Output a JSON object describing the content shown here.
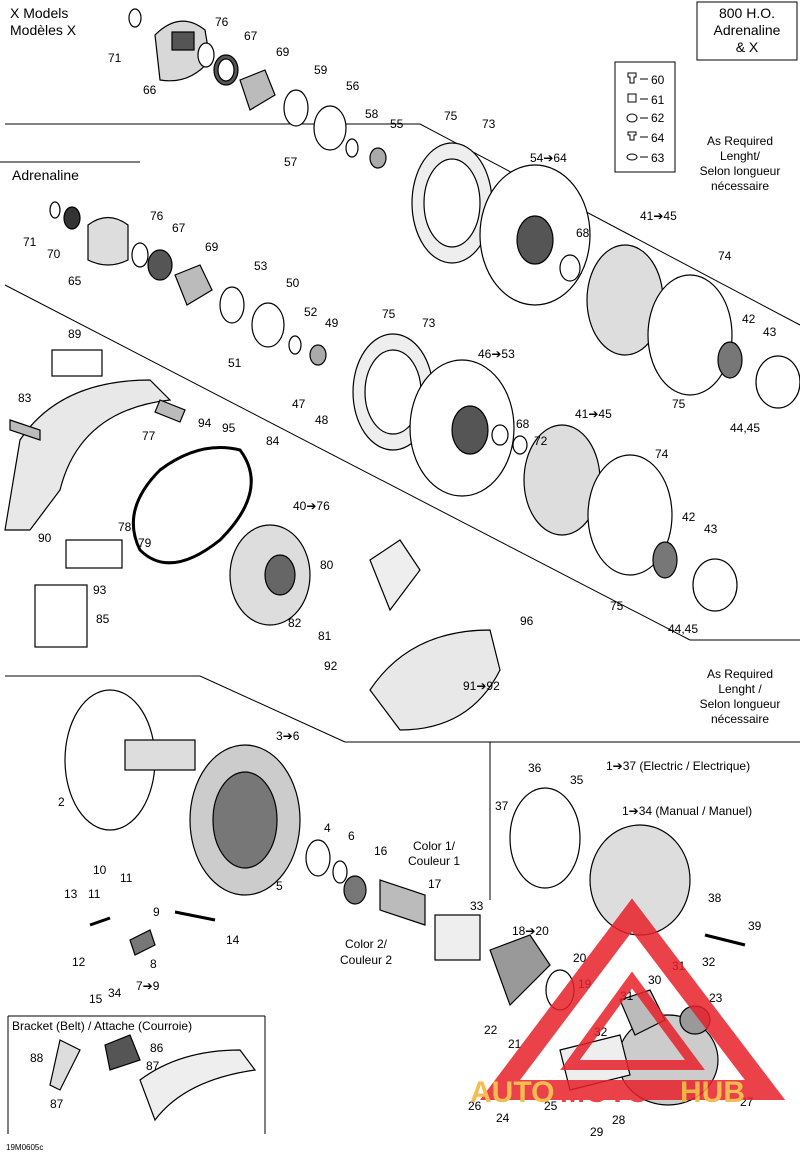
{
  "headers": {
    "x_models_1": "X Models",
    "x_models_2": "Modèles X",
    "adrenaline": "Adrenaline",
    "model_box_1": "800 H.O.",
    "model_box_2": "Adrenaline",
    "model_box_3": "& X",
    "bracket": "Bracket (Belt) / Attache (Courroie)",
    "figure_code": "19M0605c"
  },
  "notes": {
    "as_required_top": [
      "As Required",
      "Lenght/",
      "Selon longueur",
      "nécessaire"
    ],
    "as_required_mid": [
      "As Required",
      "Lenght /",
      "Selon longueur",
      "nécessaire"
    ],
    "color1": [
      "Color 1/",
      "Couleur 1"
    ],
    "color2": [
      "Color 2/",
      "Couleur 2"
    ],
    "electric": "1➔37 (Electric / Electrique)",
    "manual": "1➔34 (Manual / Manuel)"
  },
  "legend": [
    {
      "num": "60",
      "icon": "bolt-icon"
    },
    {
      "num": "61",
      "icon": "nut-icon"
    },
    {
      "num": "62",
      "icon": "washer-icon"
    },
    {
      "num": "64",
      "icon": "bolt-icon"
    },
    {
      "num": "63",
      "icon": "washer-icon"
    }
  ],
  "watermark": {
    "text_a": "AUTO",
    "text_m": "MOTO",
    "text_h": "HUB",
    "color_red": "#e8202a",
    "color_gold": "#f2b233"
  },
  "callouts": {
    "c71a": "71",
    "c66": "66",
    "c76a": "76",
    "c67a": "67",
    "c69a": "69",
    "c59": "59",
    "c56a": "56",
    "c58": "58",
    "c55": "55",
    "c57": "57",
    "c75a": "75",
    "c73a": "73",
    "c54_64": "54➔64",
    "c68a": "68",
    "c41_45a": "41➔45",
    "c74a": "74",
    "c42a": "42",
    "c43a": "43",
    "c75b": "75",
    "c44_45a": "44,45",
    "c71b": "71",
    "c70": "70",
    "c65": "65",
    "c76b": "76",
    "c67b": "67",
    "c69b": "69",
    "c53": "53",
    "c50": "50",
    "c52": "52",
    "c49": "49",
    "c51": "51",
    "c47": "47",
    "c48": "48",
    "c75c": "75",
    "c73b": "73",
    "c46_53": "46➔53",
    "c68b": "68",
    "c72": "72",
    "c41_45b": "41➔45",
    "c74b": "74",
    "c42b": "42",
    "c43b": "43",
    "c75d": "75",
    "c44_45b": "44,45",
    "c89": "89",
    "c83": "83",
    "c95": "95",
    "c94": "94",
    "c77": "77",
    "c84": "84",
    "c40_76": "40➔76",
    "c78": "78",
    "c79": "79",
    "c90": "90",
    "c93": "93",
    "c85": "85",
    "c80": "80",
    "c82": "82",
    "c81": "81",
    "c96": "96",
    "c92": "92",
    "c91_92": "91➔92",
    "c3_6": "3➔6",
    "c2": "2",
    "c4": "4",
    "c6": "6",
    "c16": "16",
    "c5": "5",
    "c17": "17",
    "c33": "33",
    "c18_20": "18➔20",
    "c20": "20",
    "c19": "19",
    "c36": "36",
    "c35": "35",
    "c37": "37",
    "c38": "38",
    "c39": "39",
    "c10": "10",
    "c11a": "11",
    "c13": "13",
    "c11b": "11",
    "c9a": "9",
    "c14": "14",
    "c12": "12",
    "c8": "8",
    "c15": "15",
    "c34": "34",
    "c7_9": "7➔9",
    "c22": "22",
    "c21": "21",
    "c32a": "32",
    "c31a": "31",
    "c30": "30",
    "c31b": "31",
    "c32b": "32",
    "c23": "23",
    "c26": "26",
    "c24": "24",
    "c25": "25",
    "c27": "27",
    "c28": "28",
    "c29": "29",
    "c88": "88",
    "c86": "86",
    "c87a": "87",
    "c87b": "87"
  }
}
